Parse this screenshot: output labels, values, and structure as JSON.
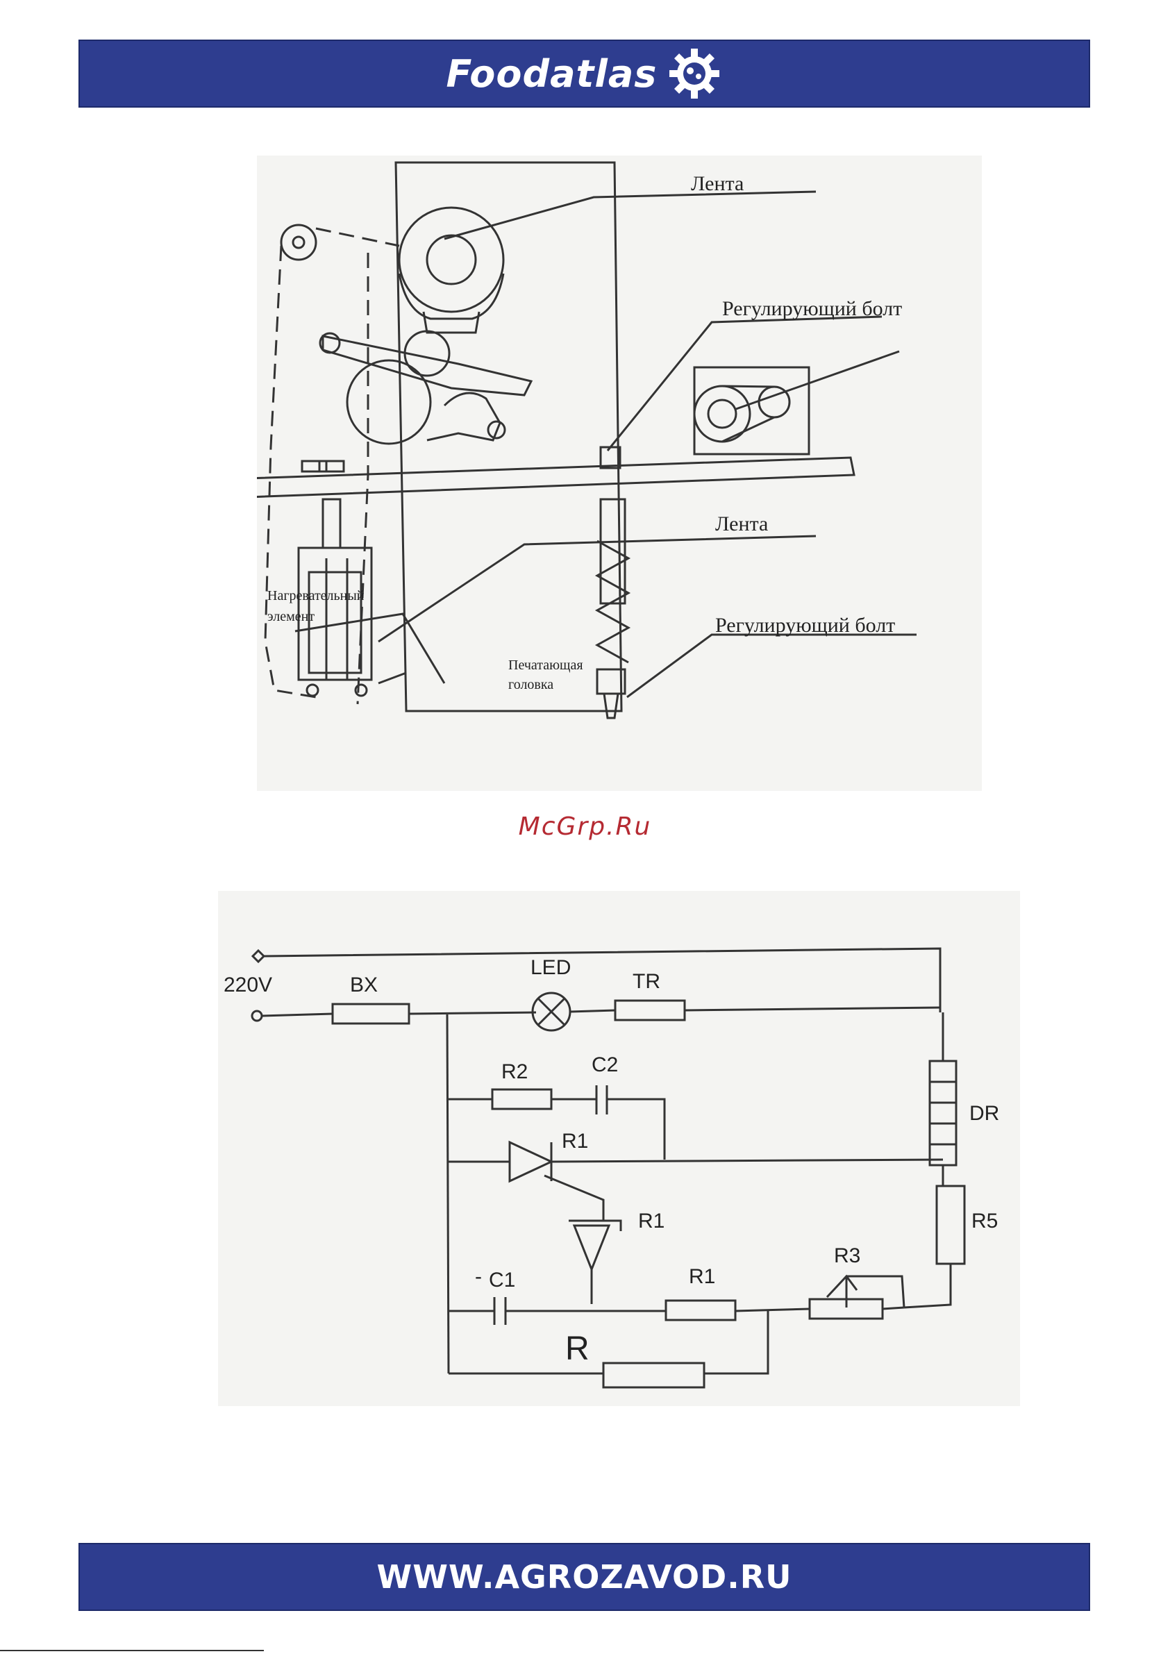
{
  "header": {
    "brand": "Foodatlas",
    "colors": {
      "banner": "#2e3d8f",
      "text": "#ffffff",
      "watermark": "#b52a32"
    }
  },
  "mechanism_diagram": {
    "labels": {
      "tape_top": "Лента",
      "bolt_top": "Регулирующий болт",
      "tape_mid": "Лента",
      "bolt_bottom": "Регулирующий болт",
      "heater_line1": "Нагревательный",
      "heater_line2": "элемент",
      "head_line1": "Печатающая",
      "head_line2": "головка"
    }
  },
  "watermark": {
    "text": "McGrp.Ru"
  },
  "circuit_diagram": {
    "labels": {
      "voltage": "220V",
      "bx": "BX",
      "led": "LED",
      "tr": "TR",
      "r2": "R2",
      "c2": "C2",
      "dr": "DR",
      "r1_a": "R1",
      "r1_b": "R1",
      "r5": "R5",
      "r3": "R3",
      "c1": "C1",
      "c1_sign": "-",
      "r1_c": "R1",
      "r": "R"
    }
  },
  "footer": {
    "url": "WWW.AGROZAVOD.RU"
  }
}
